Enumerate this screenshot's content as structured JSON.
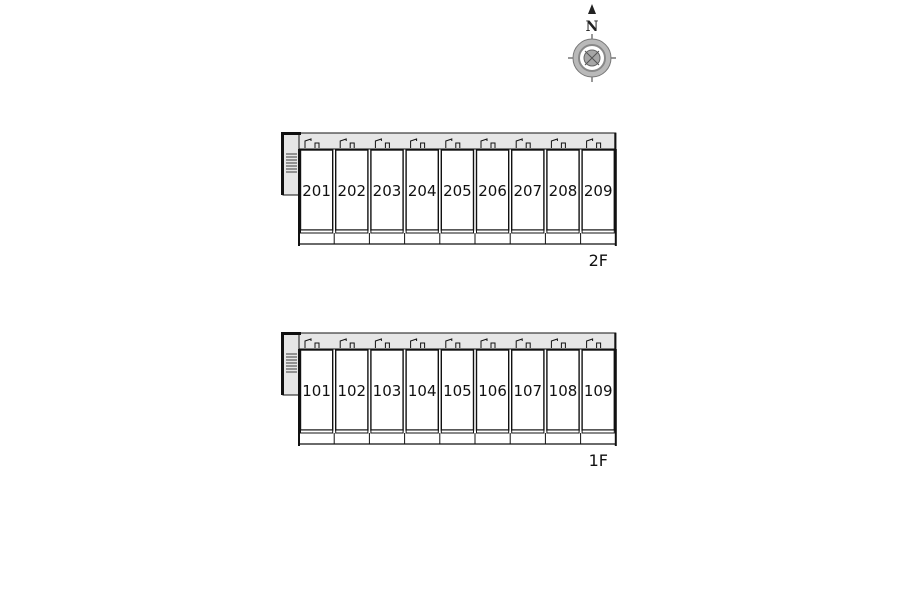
{
  "compass": {
    "north_label": "N",
    "icon": "compass-rose-icon"
  },
  "floors": [
    {
      "label": "2F",
      "rooms": [
        "201",
        "202",
        "203",
        "204",
        "205",
        "206",
        "207",
        "208",
        "209"
      ]
    },
    {
      "label": "1F",
      "rooms": [
        "101",
        "102",
        "103",
        "104",
        "105",
        "106",
        "107",
        "108",
        "109"
      ]
    }
  ],
  "colors": {
    "line": "#111111",
    "corridor": "#e6e6e6",
    "compass": "#9a9a9a"
  }
}
